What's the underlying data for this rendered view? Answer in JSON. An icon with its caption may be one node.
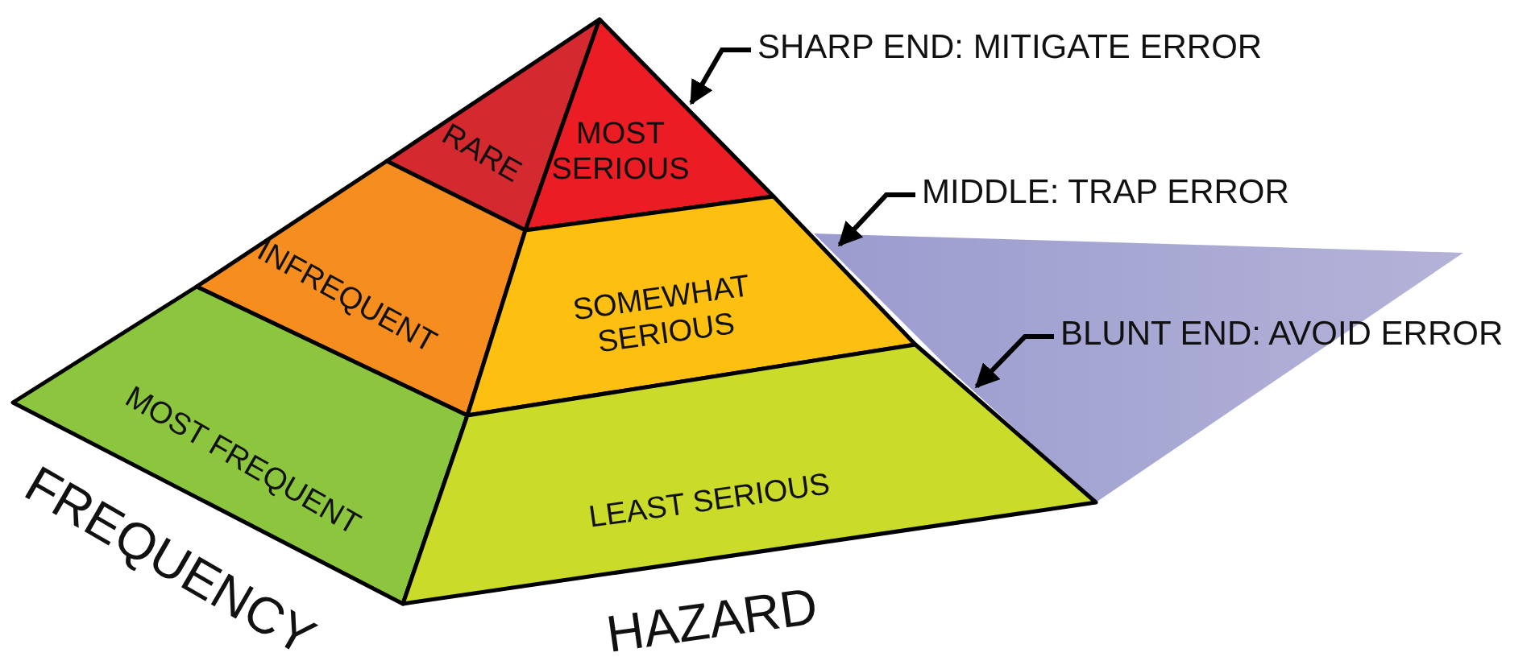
{
  "diagram": {
    "nodes": [
      {
        "text": [
          "RARE"
        ]
      },
      {
        "text": [
          "MOST SERIOUS"
        ]
      },
      {
        "text": [
          "INFREQUENT"
        ]
      },
      {
        "text": [
          "SOMEWHAT SERIOUS"
        ]
      },
      {
        "text": [
          "MOST FREQUENT"
        ]
      },
      {
        "text": [
          "LEAST SERIOUS"
        ]
      },
      {
        "text": [
          "SHARP END: MITIGATE ERROR"
        ]
      },
      {
        "text": [
          "MIDDLE: TRAP ERROR"
        ]
      },
      {
        "text": [
          "BLUNT END: AVOID ERROR"
        ]
      }
    ],
    "edges": [
      {
        "from": 6,
        "to": 1,
        "arrow": "to"
      },
      {
        "from": 7,
        "to": 3,
        "arrow": "to"
      },
      {
        "from": 8,
        "to": 5,
        "arrow": "to"
      }
    ],
    "labels": [
      "FREQUENCY",
      "HAZARD"
    ]
  }
}
